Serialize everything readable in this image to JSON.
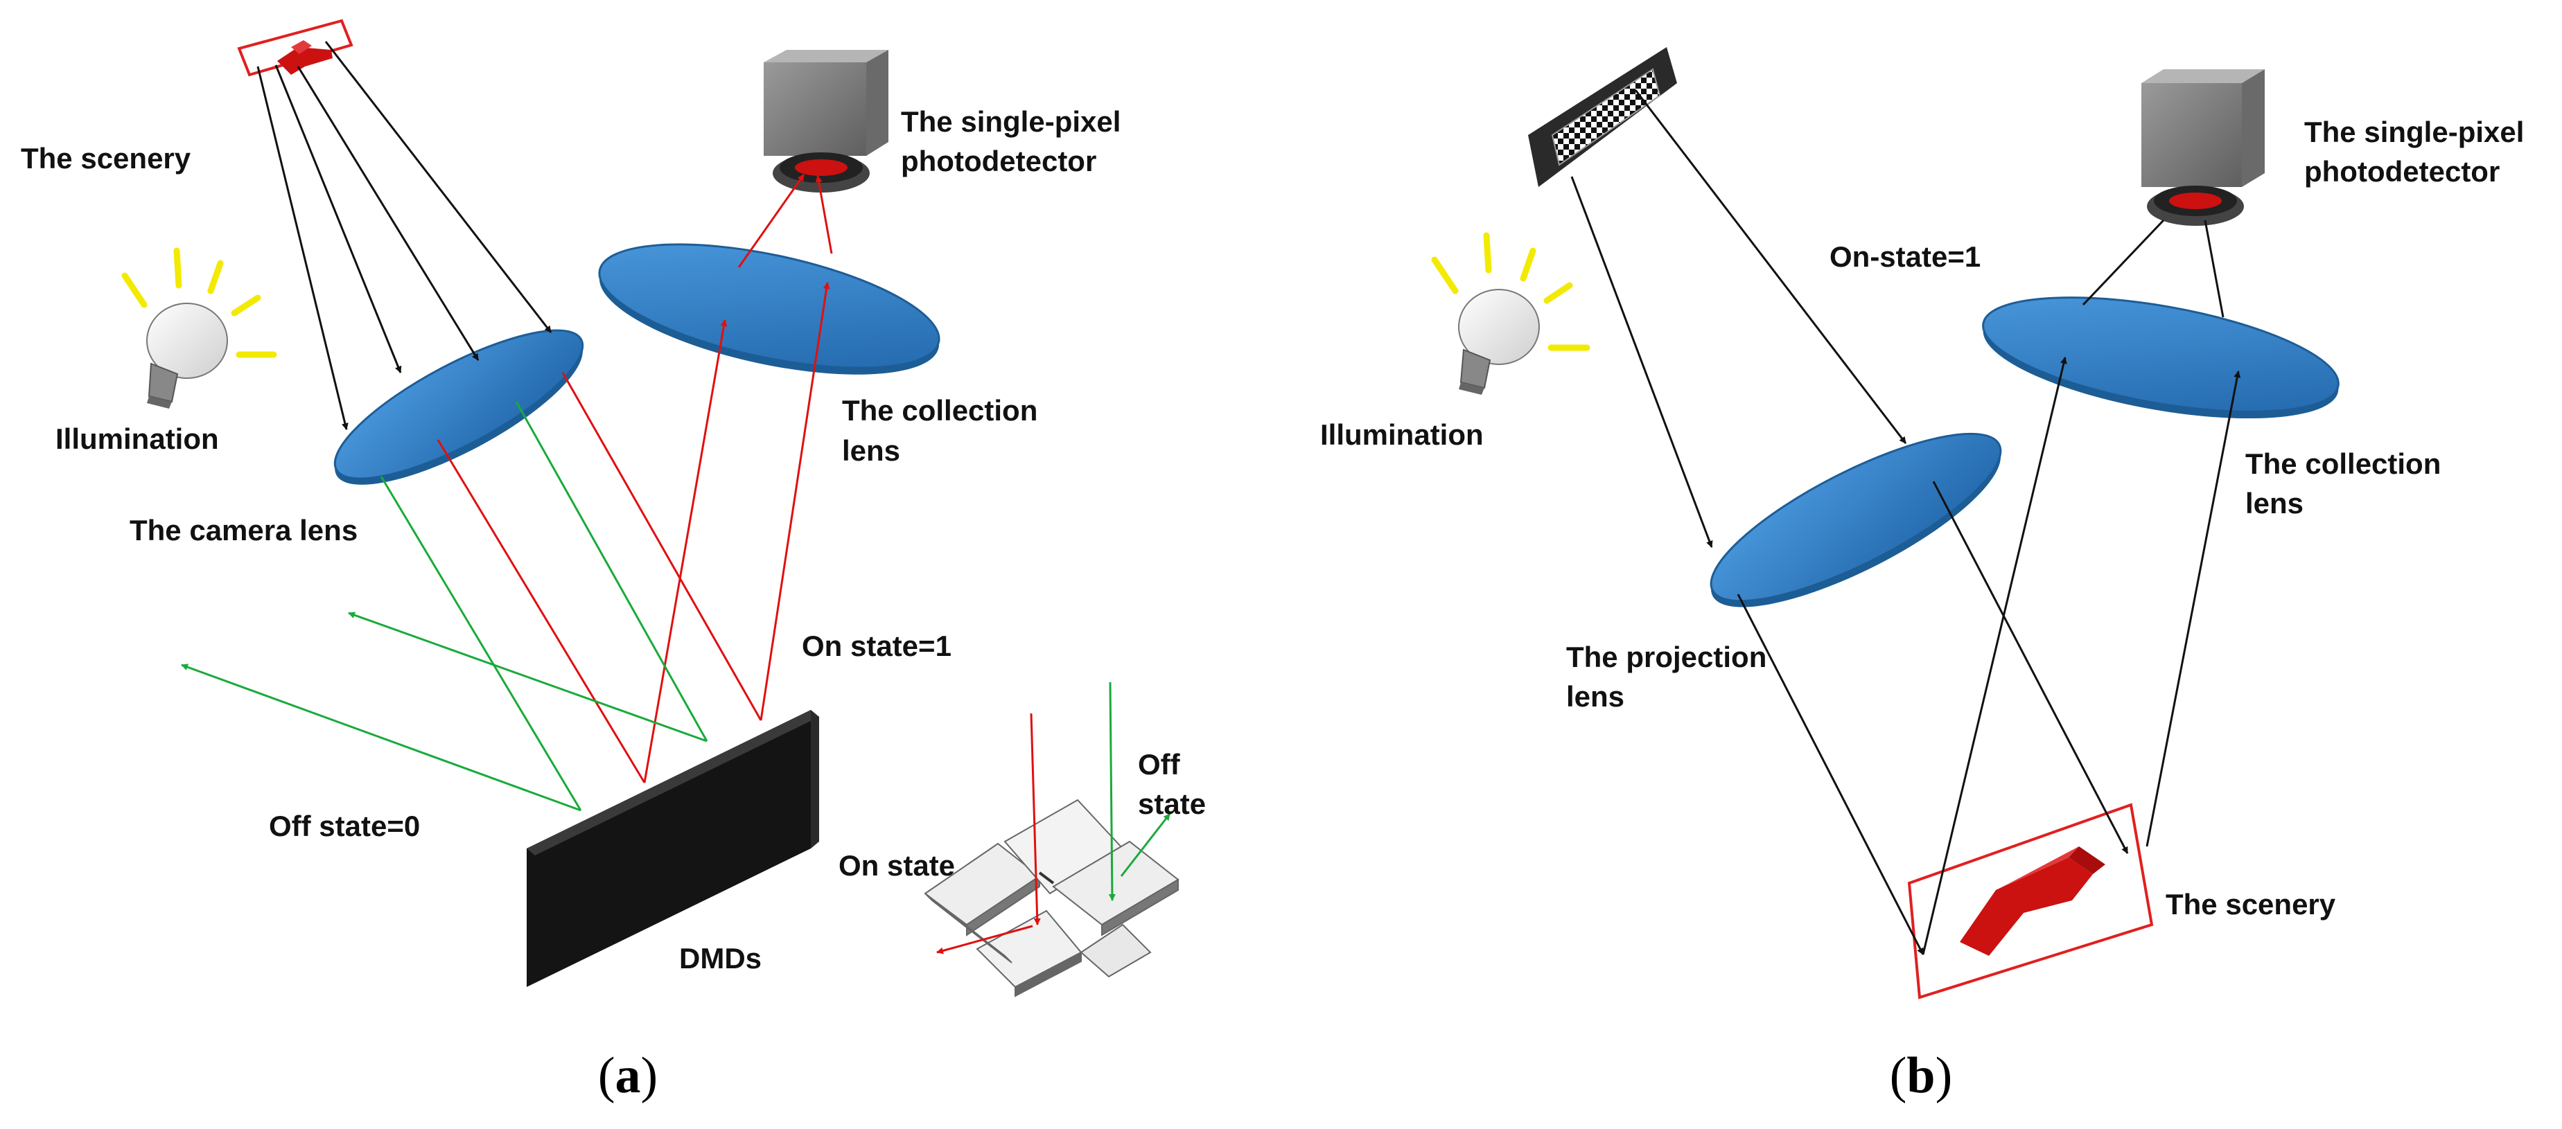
{
  "colors": {
    "lens_blue": "#2f7fc4",
    "lens_rim": "#1d5d96",
    "detector_gray": "#8a8a8a",
    "scenery_red": "#cc1111",
    "box_red": "#e02020",
    "ray_black": "#111111",
    "ray_red": "#e01010",
    "ray_green": "#1aaa3a",
    "bulb_rays": "#f2ea00",
    "dmd_black": "#141414"
  },
  "panel_a": {
    "labels": {
      "scenery": "The scenery",
      "illumination": "Illumination",
      "camera_lens": "The camera lens",
      "detector_line1": "The single-pixel",
      "detector_line2": "photodetector",
      "collection_line1": "The collection",
      "collection_line2": "lens",
      "on_state": "On state=1",
      "off_state": "Off state=0",
      "dmds": "DMDs",
      "inset_on": "On state",
      "inset_off_line1": "Off",
      "inset_off_line2": "state"
    },
    "caption": {
      "open": "(",
      "letter": "a",
      "close": ")"
    }
  },
  "panel_b": {
    "labels": {
      "on_state": "On-state=1",
      "illumination": "Illumination",
      "detector_line1": "The single-pixel",
      "detector_line2": "photodetector",
      "collection_line1": "The collection",
      "collection_line2": "lens",
      "projection_line1": "The projection",
      "projection_line2": "lens",
      "scenery": "The scenery"
    },
    "caption": {
      "open": "(",
      "letter": "b",
      "close": ")"
    }
  },
  "icons": {
    "illumination": "light-bulb-icon",
    "detector": "photodetector-icon",
    "scenery": "red-object-icon",
    "dmd": "dmd-panel-icon",
    "pattern": "checkerboard-mask-icon"
  }
}
